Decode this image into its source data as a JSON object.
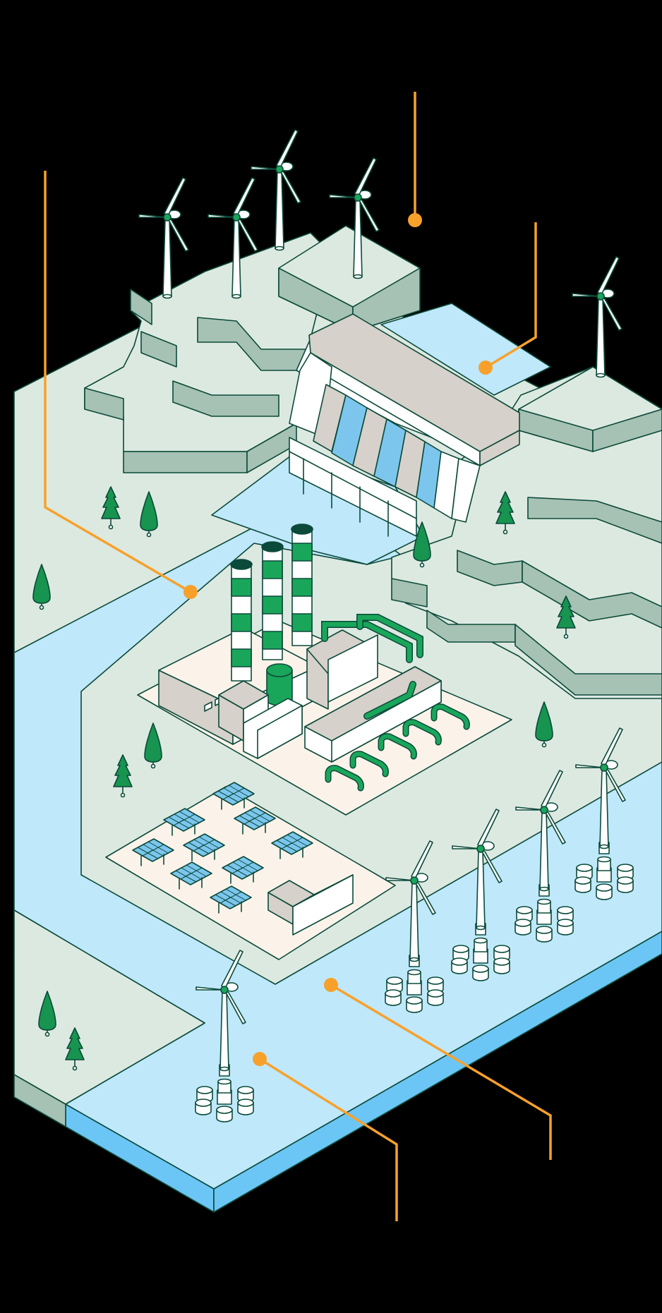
{
  "colors": {
    "background": "#000000",
    "water": "#bfe8fb",
    "water_edge": "#6cc6f5",
    "land": "#dce9e1",
    "land_side": "#a6c2b4",
    "outline": "#0b4a3a",
    "accent_green": "#1aa65a",
    "tree_green": "#17944f",
    "callout_orange": "#f7a12b",
    "plant_floor": "#fbf3ea",
    "building_grey": "#d6d1ca",
    "solar_blue": "#7cc6ee"
  },
  "icons": {
    "wind_turbine": "wind-turbine-icon",
    "offshore_turbine": "offshore-wind-turbine-icon",
    "hydro_dam": "hydroelectric-dam-icon",
    "power_plant": "thermal-power-plant-icon",
    "solar_farm": "solar-farm-icon",
    "tree": "tree-icon",
    "callout_marker": "callout-dot-icon"
  },
  "callouts": [
    {
      "id": "wind-on-hills"
    },
    {
      "id": "hydro-dam"
    },
    {
      "id": "land"
    },
    {
      "id": "offshore-wind"
    },
    {
      "id": "water"
    }
  ]
}
